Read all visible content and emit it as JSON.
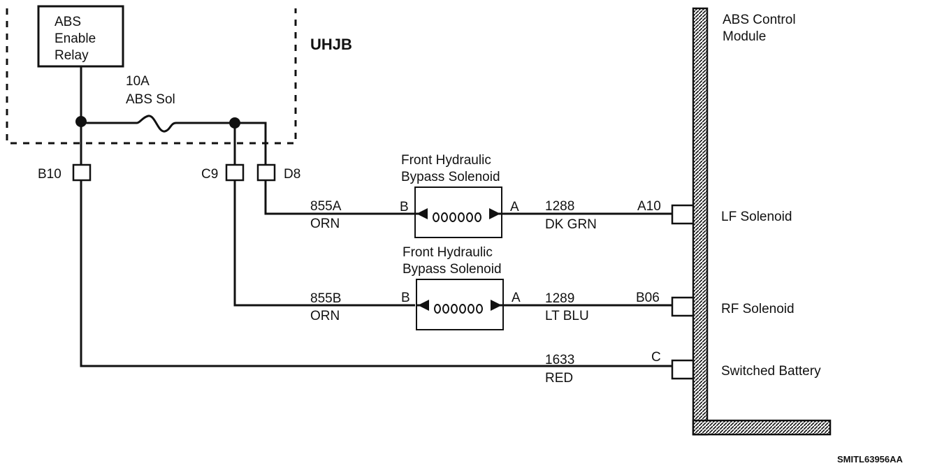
{
  "relay": {
    "line1": "ABS",
    "line2": "Enable",
    "line3": "Relay"
  },
  "fuse": {
    "rating": "10A",
    "name": "ABS Sol"
  },
  "junction_block": "UHJB",
  "connectors": {
    "b10": "B10",
    "c9": "C9",
    "d8": "D8"
  },
  "solenoid_top": {
    "title1": "Front Hydraulic",
    "title2": "Bypass Solenoid",
    "pin_in": "B",
    "pin_out": "A"
  },
  "solenoid_bottom": {
    "title1": "Front Hydraulic",
    "title2": "Bypass Solenoid",
    "pin_in": "B",
    "pin_out": "A"
  },
  "wires": {
    "w855a_num": "855A",
    "w855a_color": "ORN",
    "w855b_num": "855B",
    "w855b_color": "ORN",
    "w1288_num": "1288",
    "w1288_color": "DK GRN",
    "w1289_num": "1289",
    "w1289_color": "LT  BLU",
    "w1633_num": "1633",
    "w1633_color": "RED"
  },
  "module": {
    "title1": "ABS Control",
    "title2": "Module",
    "pin_lf": "A10",
    "pin_rf": "B06",
    "pin_batt": "C",
    "lf_label": "LF Solenoid",
    "rf_label": "RF Solenoid",
    "batt_label": "Switched Battery"
  },
  "figure_code": "SMITL63956AA"
}
